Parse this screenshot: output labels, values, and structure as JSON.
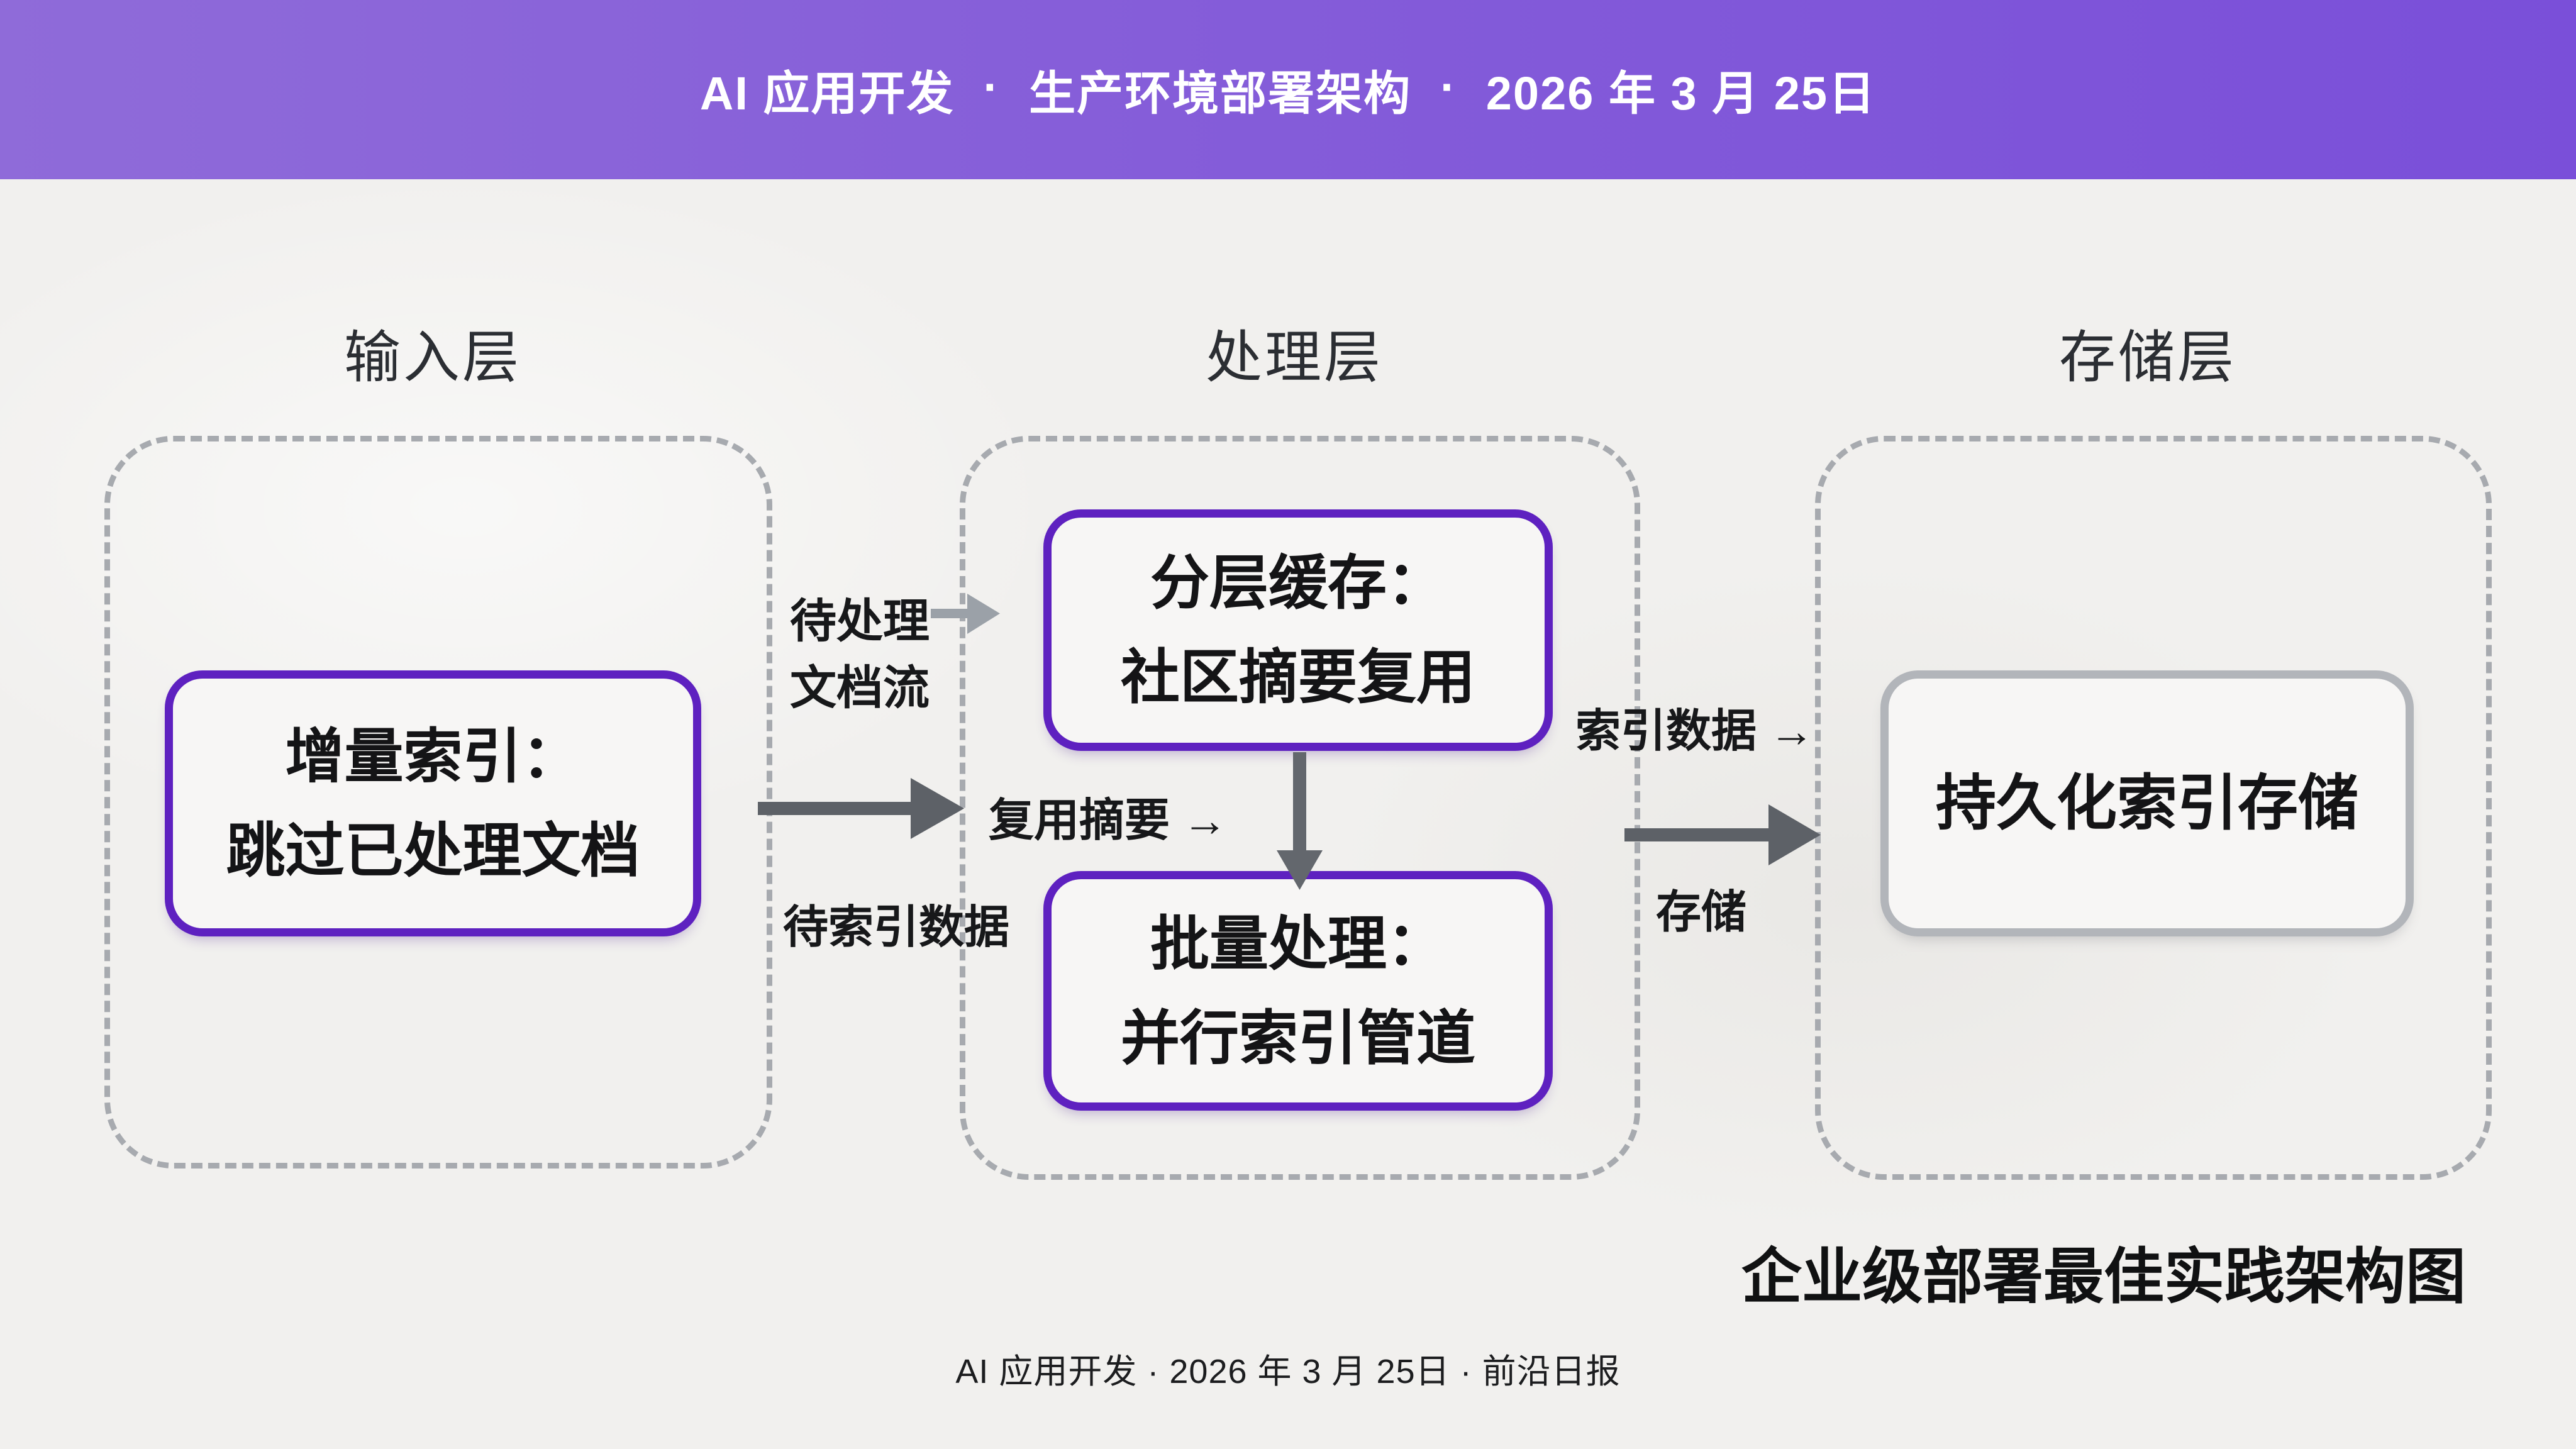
{
  "header": {
    "segments": [
      "AI 应用开发",
      "生产环境部署架构",
      "2026 年 3 月 25日"
    ],
    "separator": "·"
  },
  "layers": [
    {
      "title": "输入层"
    },
    {
      "title": "处理层"
    },
    {
      "title": "存储层"
    }
  ],
  "nodes": {
    "incremental": {
      "line1": "增量索引：",
      "line2": "跳过已处理文档"
    },
    "cache": {
      "line1": "分层缓存：",
      "line2": "社区摘要复用"
    },
    "batch": {
      "line1": "批量处理：",
      "line2": "并行索引管道"
    },
    "storage": {
      "line1": "持久化索引存储"
    }
  },
  "labels": {
    "pending_line1": "待处理",
    "pending_line2": "文档流",
    "reuse_summary": "复用摘要 →",
    "pending_index_data": "待索引数据",
    "index_data": "索引数据 →",
    "store": "存储"
  },
  "caption": "企业级部署最佳实践架构图",
  "footer": "AI 应用开发 · 2026 年 3 月 25日 · 前沿日报",
  "colors": {
    "header_gradient_start": "#8f6bd9",
    "header_gradient_end": "#7a4fd9",
    "accent_purple": "#5e21c0",
    "node_gray_border": "#b2b5ba",
    "dashed_border": "#a7aaaf",
    "arrow_dark": "#5d6167",
    "arrow_light": "#9ba1a8",
    "background": "#f1f0ee",
    "text_black": "#141416"
  }
}
